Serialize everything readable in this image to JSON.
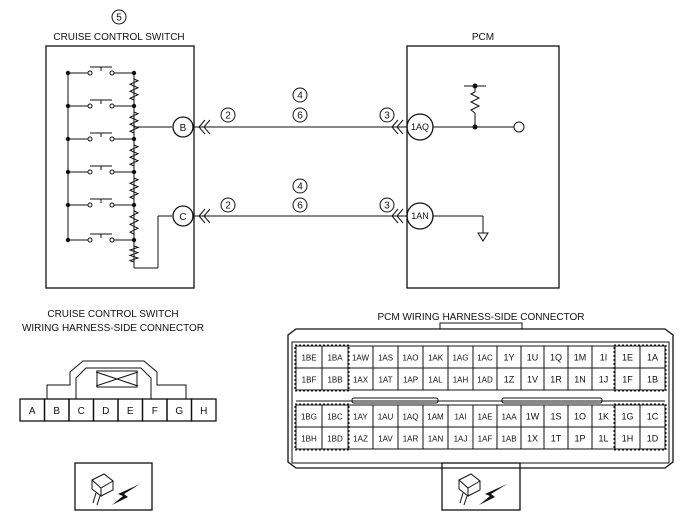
{
  "cruise_switch": {
    "ref": "5",
    "title": "CRUISE CONTROL SWITCH",
    "terminal_b": "B",
    "terminal_c": "C"
  },
  "pcm": {
    "title": "PCM",
    "terminal_1aq": "1AQ",
    "terminal_1an": "1AN"
  },
  "wires": {
    "top": {
      "left_ref": "2",
      "mid_ref_a": "4",
      "mid_ref_b": "6",
      "right_ref": "3"
    },
    "bottom": {
      "left_ref": "2",
      "mid_ref_a": "4",
      "mid_ref_b": "6",
      "right_ref": "3"
    }
  },
  "cruise_connector": {
    "title_line1": "CRUISE CONTROL SWITCH",
    "title_line2": "WIRING HARNESS-SIDE CONNECTOR",
    "pins": [
      "A",
      "B",
      "C",
      "D",
      "E",
      "F",
      "G",
      "H"
    ]
  },
  "pcm_connector": {
    "title": "PCM WIRING HARNESS-SIDE CONNECTOR",
    "top_block": [
      [
        "1BE",
        "1BA",
        "1AW",
        "1AS",
        "1AO",
        "1AK",
        "1AG",
        "1AC",
        "1Y",
        "1U",
        "1Q",
        "1M",
        "1I",
        "1E",
        "1A"
      ],
      [
        "1BF",
        "1BB",
        "1AX",
        "1AT",
        "1AP",
        "1AL",
        "1AH",
        "1AD",
        "1Z",
        "1V",
        "1R",
        "1N",
        "1J",
        "1F",
        "1B"
      ]
    ],
    "bottom_block": [
      [
        "1BG",
        "1BC",
        "1AY",
        "1AU",
        "1AQ",
        "1AM",
        "1AI",
        "1AE",
        "1AA",
        "1W",
        "1S",
        "1O",
        "1K",
        "1G",
        "1C"
      ],
      [
        "1BH",
        "1BD",
        "1AZ",
        "1AV",
        "1AR",
        "1AN",
        "1AJ",
        "1AF",
        "1AB",
        "1X",
        "1T",
        "1P",
        "1L",
        "1H",
        "1D"
      ]
    ]
  }
}
